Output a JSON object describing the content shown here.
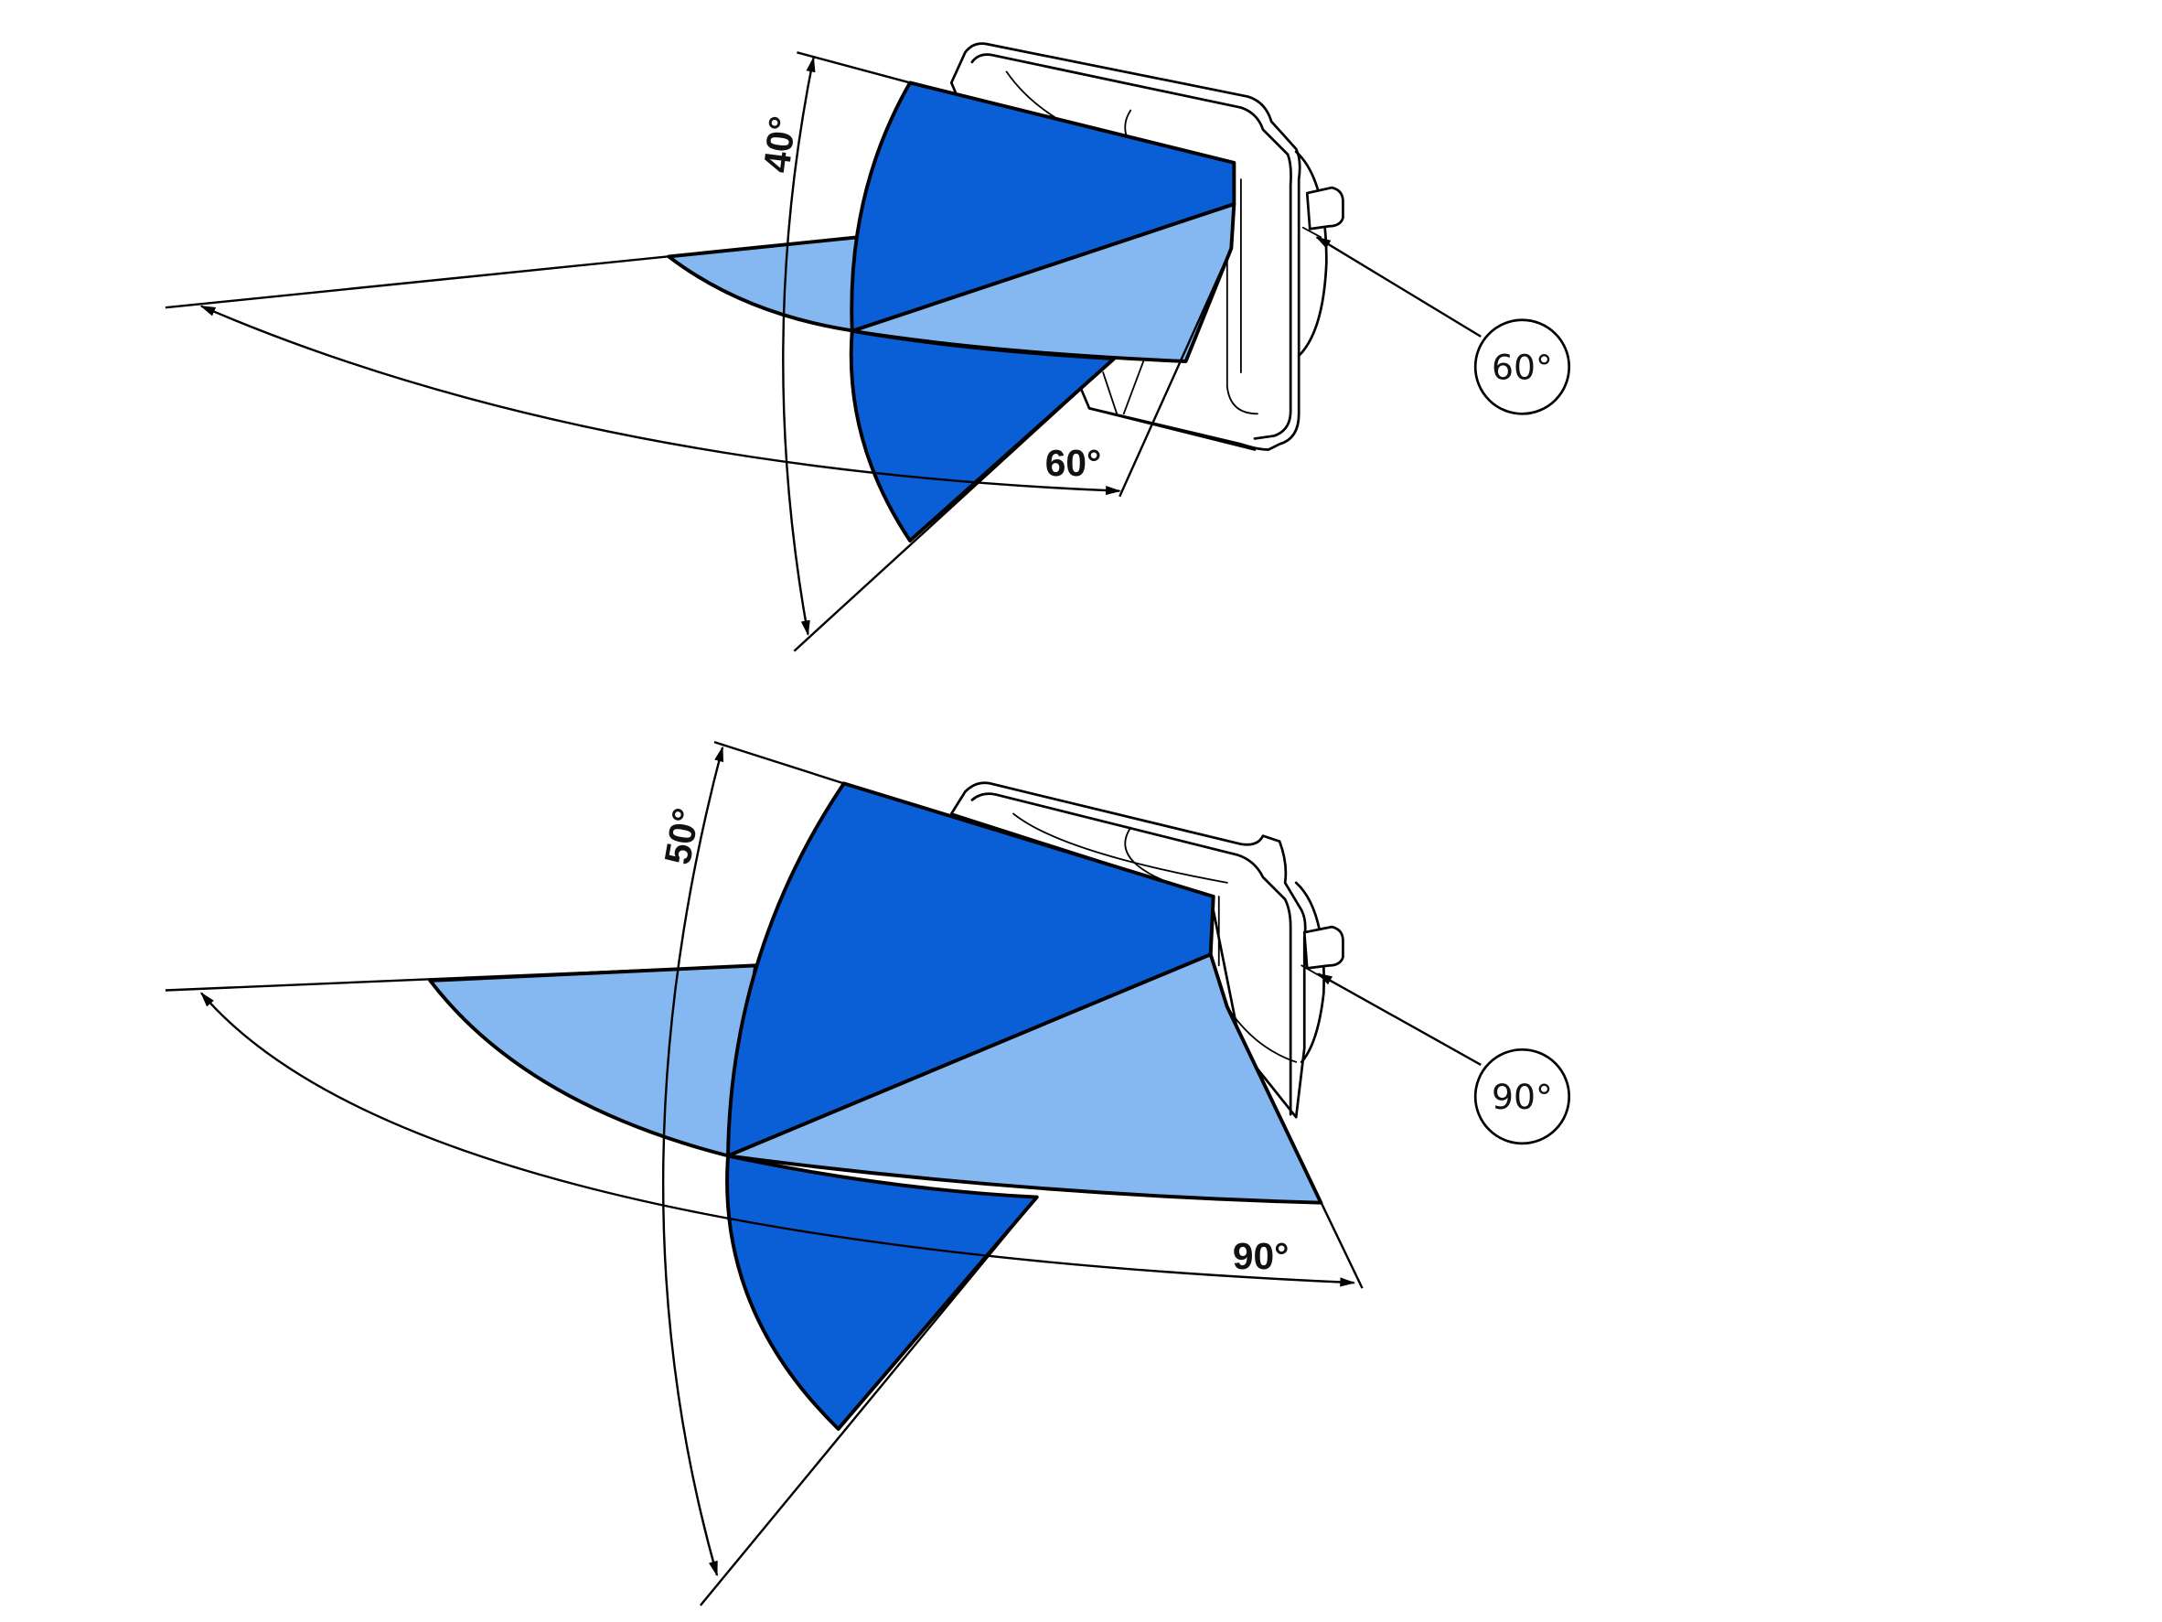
{
  "colors": {
    "background": "#ffffff",
    "beam_dark": "#0a5fd6",
    "beam_light": "#85b8f0",
    "line": "#000000"
  },
  "diagrams": [
    {
      "id": "top",
      "description": "Work lamp with 60° horizontal beam spread and 40° vertical spread",
      "vertical_angle_label": "40°",
      "horizontal_angle_label": "60°",
      "callout_label": "60°"
    },
    {
      "id": "bottom",
      "description": "Work lamp with 90° horizontal beam spread and 50° vertical spread",
      "vertical_angle_label": "50°",
      "horizontal_angle_label": "90°",
      "callout_label": "90°"
    }
  ]
}
